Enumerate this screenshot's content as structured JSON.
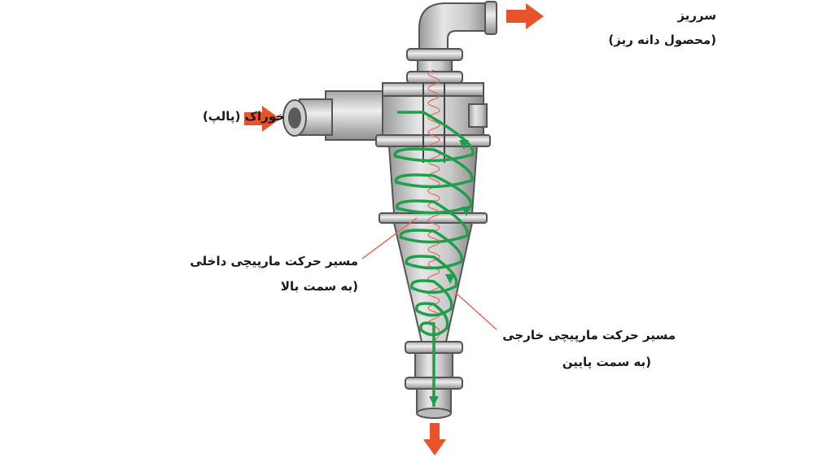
{
  "diagram": {
    "labels": {
      "overflow": "سرریز",
      "overflow_sub": "(محصول دانه ریز)",
      "feed": "خوراک (پالپ)",
      "inner_spiral": "مسیر حرکت مارپیچی داخلی",
      "inner_spiral_sub": "(به سمت بالا",
      "outer_spiral": "مسیر حرکت مارپیچی خارجی",
      "outer_spiral_sub": "(به سمت پایین"
    },
    "colors": {
      "arrow": "#e8542a",
      "outer_spiral": "#1f9e4c",
      "inner_spiral": "#e66a5a",
      "body_fill": "#d6d6d6",
      "body_stroke": "#555555"
    }
  }
}
